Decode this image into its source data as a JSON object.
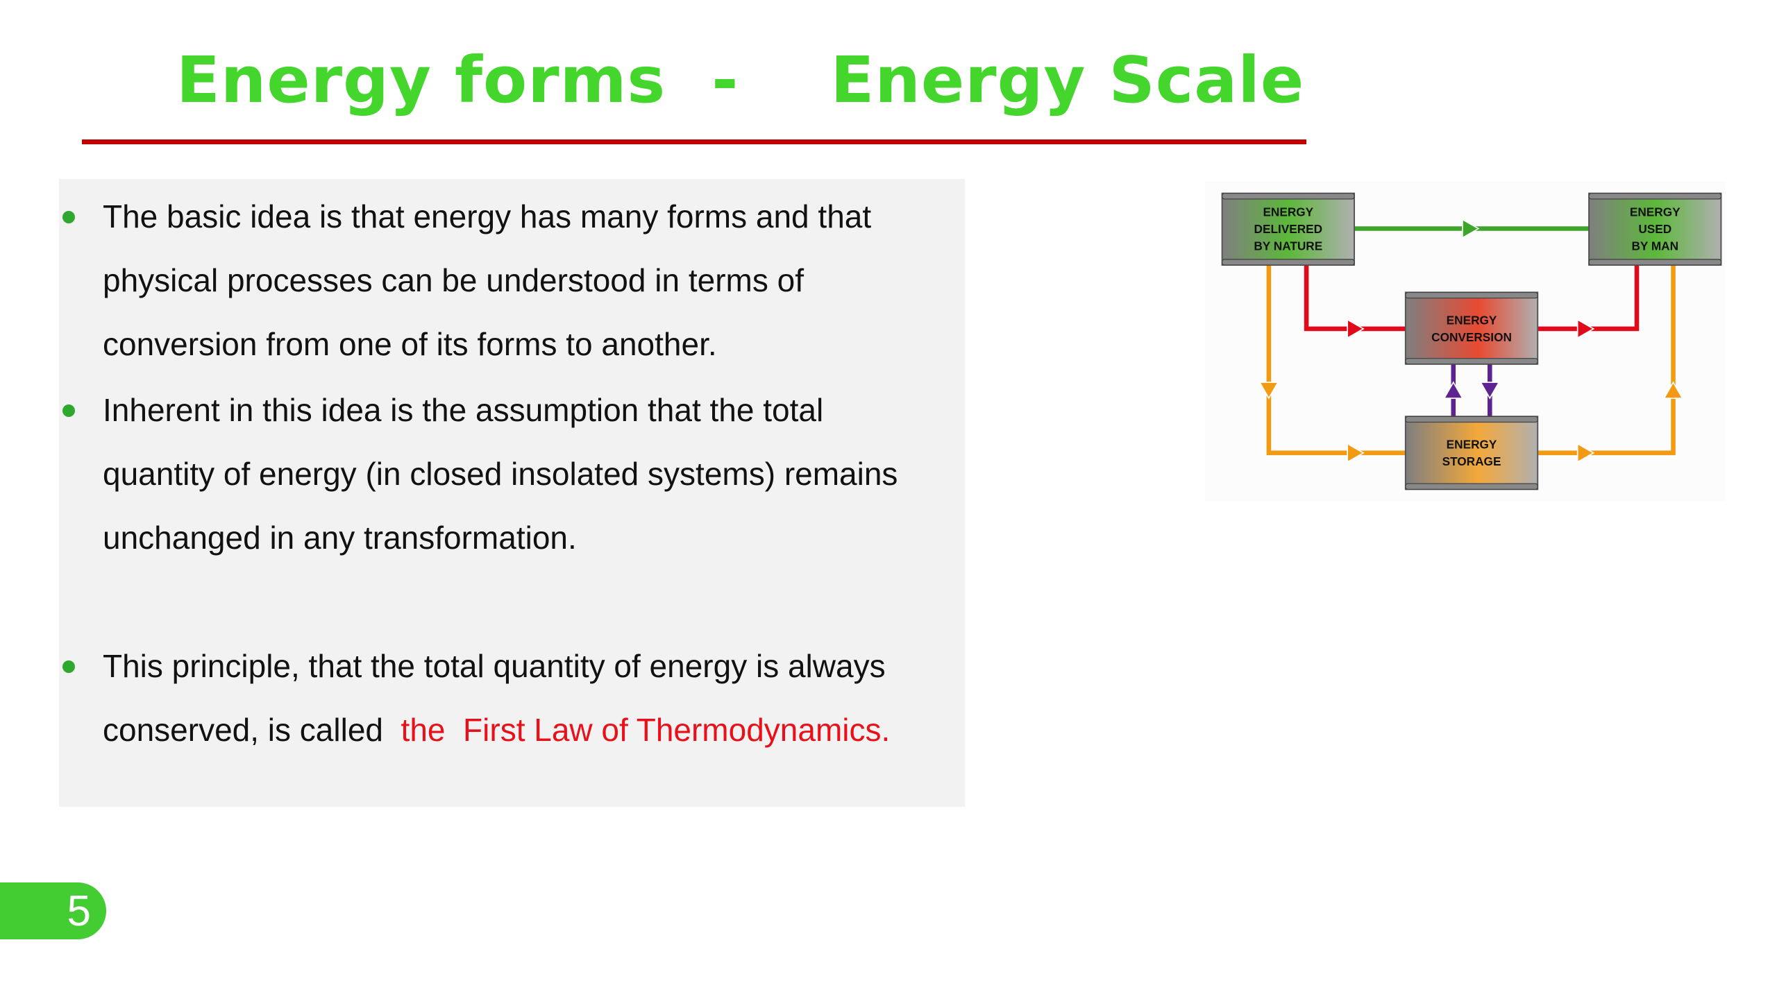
{
  "slide": {
    "title": "Energy forms  -    Energy Scale",
    "page_number": "5",
    "accent_color": "#44d62c",
    "rule_color": "#c00000"
  },
  "bullets": [
    {
      "lines": [
        "The basic idea is that energy has many forms and that",
        "physical processes can be understood in terms of",
        "conversion from one of its forms to another."
      ]
    },
    {
      "lines": [
        "Inherent  in this idea is the assumption that the total",
        "quantity of energy (in closed insolated systems) remains",
        "unchanged in any transformation."
      ]
    },
    {
      "lines": [
        "This principle, that the total quantity of energy is always",
        "conserved, is called "
      ],
      "highlight": " the  First Law of Thermodynamics."
    }
  ],
  "diagram": {
    "nature": [
      "ENERGY",
      "DELIVERED",
      "BY NATURE"
    ],
    "man": [
      "ENERGY",
      "USED",
      "BY MAN"
    ],
    "conversion": [
      "ENERGY",
      "CONVERSION"
    ],
    "storage": [
      "ENERGY",
      "STORAGE"
    ]
  }
}
